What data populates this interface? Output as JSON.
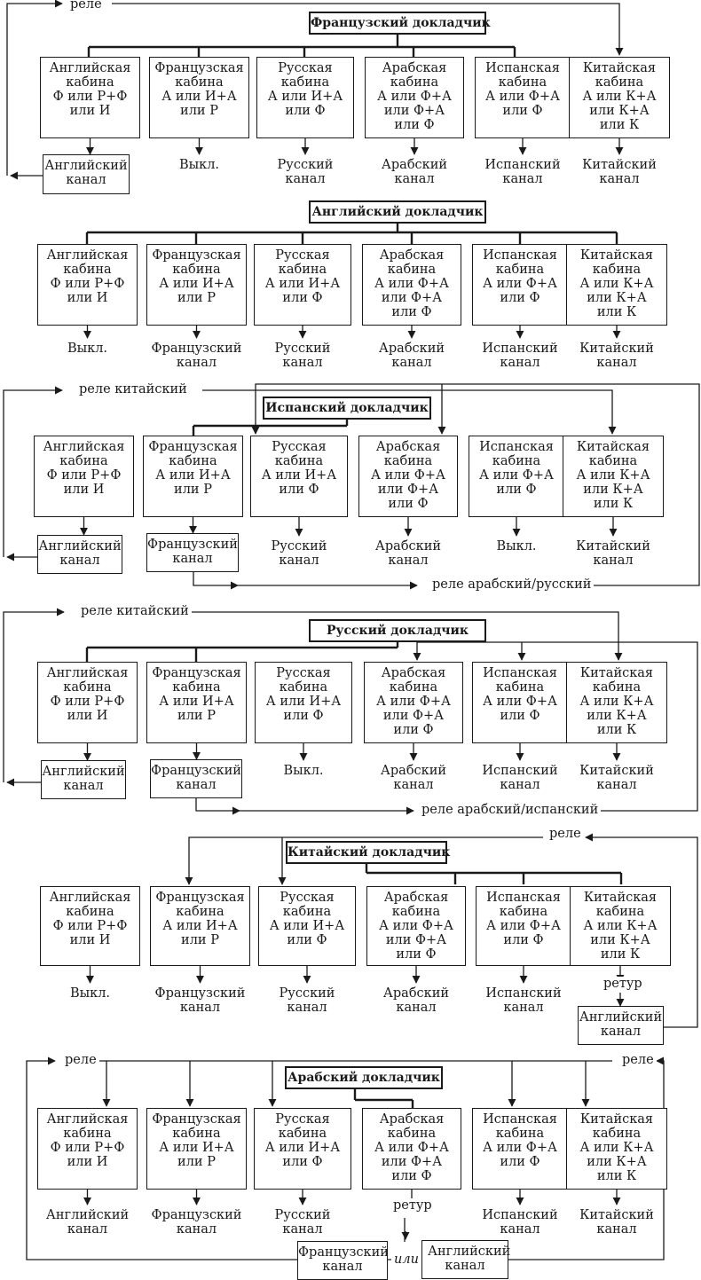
{
  "sections": [
    {
      "speaker": "Французский докладчик",
      "booths": [
        [
          "Английская",
          "кабина",
          "Ф или Р+Ф",
          "или И"
        ],
        [
          "Французская",
          "кабина",
          "А или И+А",
          "или Р"
        ],
        [
          "Русская",
          "кабина",
          "А или И+А",
          "или Ф"
        ],
        [
          "Арабская",
          "кабина",
          "А или Ф+А",
          "или Ф+А",
          "или Ф"
        ],
        [
          "Испанская",
          "кабина",
          "А или Ф+А",
          "или Ф"
        ],
        [
          "Китайская",
          "кабина",
          "А или К+А",
          "или К+А",
          "или К"
        ]
      ],
      "outputs": [
        [
          "Английский",
          "канал"
        ],
        [
          "Выкл."
        ],
        [
          "Русский",
          "канал"
        ],
        [
          "Арабский",
          "канал"
        ],
        [
          "Испанский",
          "канал"
        ],
        [
          "Китайский",
          "канал"
        ]
      ],
      "labels": [
        "реле"
      ]
    },
    {
      "speaker": "Английский докладчик",
      "booths": [
        [
          "Английская",
          "кабина",
          "Ф или Р+Ф",
          "или И"
        ],
        [
          "Французская",
          "кабина",
          "А или И+А",
          "или Р"
        ],
        [
          "Русская",
          "кабина",
          "А или И+А",
          "или Ф"
        ],
        [
          "Арабская",
          "кабина",
          "А или Ф+А",
          "или Ф+А",
          "или Ф"
        ],
        [
          "Испанская",
          "кабина",
          "А или Ф+А",
          "или Ф"
        ],
        [
          "Китайская",
          "кабина",
          "А или К+А",
          "или К+А",
          "или К"
        ]
      ],
      "outputs": [
        [
          "Выкл."
        ],
        [
          "Французский",
          "канал"
        ],
        [
          "Русский",
          "канал"
        ],
        [
          "Арабский",
          "канал"
        ],
        [
          "Испанский",
          "канал"
        ],
        [
          "Китайский",
          "канал"
        ]
      ],
      "labels": []
    },
    {
      "speaker": "Испанский докладчик",
      "booths": [
        [
          "Английская",
          "кабина",
          "Ф или Р+Ф",
          "или И"
        ],
        [
          "Французская",
          "кабина",
          "А или И+А",
          "или Р"
        ],
        [
          "Русская",
          "кабина",
          "А или И+А",
          "или Ф"
        ],
        [
          "Арабская",
          "кабина",
          "А или Ф+А",
          "или Ф+А",
          "или Ф"
        ],
        [
          "Испанская",
          "кабина",
          "А или Ф+А",
          "или Ф"
        ],
        [
          "Китайская",
          "кабина",
          "А или К+А",
          "или К+А",
          "или К"
        ]
      ],
      "outputs": [
        [
          "Английский",
          "канал"
        ],
        [
          "Французский",
          "канал"
        ],
        [
          "Русский",
          "канал"
        ],
        [
          "Арабский",
          "канал"
        ],
        [
          "Выкл."
        ],
        [
          "Китайский",
          "канал"
        ]
      ],
      "labels": [
        "реле китайский",
        "реле арабский/русский"
      ]
    },
    {
      "speaker": "Русский докладчик",
      "booths": [
        [
          "Английская",
          "кабина",
          "Ф или Р+Ф",
          "или И"
        ],
        [
          "Французская",
          "кабина",
          "А или И+А",
          "или Р"
        ],
        [
          "Русская",
          "кабина",
          "А или И+А",
          "или Ф"
        ],
        [
          "Арабская",
          "кабина",
          "А или Ф+А",
          "или Ф+А",
          "или Ф"
        ],
        [
          "Испанская",
          "кабина",
          "А или Ф+А",
          "или Ф"
        ],
        [
          "Китайская",
          "кабина",
          "А или К+А",
          "или К+А",
          "или К"
        ]
      ],
      "outputs": [
        [
          "Английский",
          "канал"
        ],
        [
          "Французский",
          "канал"
        ],
        [
          "Выкл."
        ],
        [
          "Арабский",
          "канал"
        ],
        [
          "Испанский",
          "канал"
        ],
        [
          "Китайский",
          "канал"
        ]
      ],
      "labels": [
        "реле китайский",
        "реле арабский/испанский"
      ]
    },
    {
      "speaker": "Китайский докладчик",
      "booths": [
        [
          "Английская",
          "кабина",
          "Ф или Р+Ф",
          "или И"
        ],
        [
          "Французская",
          "кабина",
          "А или И+А",
          "или Р"
        ],
        [
          "Русская",
          "кабина",
          "А или И+А",
          "или Ф"
        ],
        [
          "Арабская",
          "кабина",
          "А или Ф+А",
          "или Ф+А",
          "или Ф"
        ],
        [
          "Испанская",
          "кабина",
          "А или Ф+А",
          "или Ф"
        ],
        [
          "Китайская",
          "кабина",
          "А или К+А",
          "или К+А",
          "или К"
        ]
      ],
      "outputs": [
        [
          "Выкл."
        ],
        [
          "Французский",
          "канал"
        ],
        [
          "Русский",
          "канал"
        ],
        [
          "Арабский",
          "канал"
        ],
        [
          "Испанский",
          "канал"
        ],
        [
          "Английский",
          "канал"
        ]
      ],
      "labels": [
        "реле",
        "ретур"
      ]
    },
    {
      "speaker": "Арабский докладчик",
      "booths": [
        [
          "Английская",
          "кабина",
          "Ф или Р+Ф",
          "или И"
        ],
        [
          "Французская",
          "кабина",
          "А или И+А",
          "или Р"
        ],
        [
          "Русская",
          "кабина",
          "А или И+А",
          "или Ф"
        ],
        [
          "Арабская",
          "кабина",
          "А или Ф+А",
          "или Ф+А",
          "или Ф"
        ],
        [
          "Испанская",
          "кабина",
          "А или Ф+А",
          "или Ф"
        ],
        [
          "Китайская",
          "кабина",
          "А или К+А",
          "или К+А",
          "или К"
        ]
      ],
      "outputs": [
        [
          "Английский",
          "канал"
        ],
        [
          "Французский",
          "канал"
        ],
        [
          "Русский",
          "канал"
        ],
        [
          "Французский",
          "канал"
        ],
        [
          "Испанский",
          "канал"
        ],
        [
          "Китайский",
          "канал"
        ]
      ],
      "labels": [
        "реле",
        "реле",
        "ретур",
        "или",
        "Английский канал"
      ]
    }
  ]
}
